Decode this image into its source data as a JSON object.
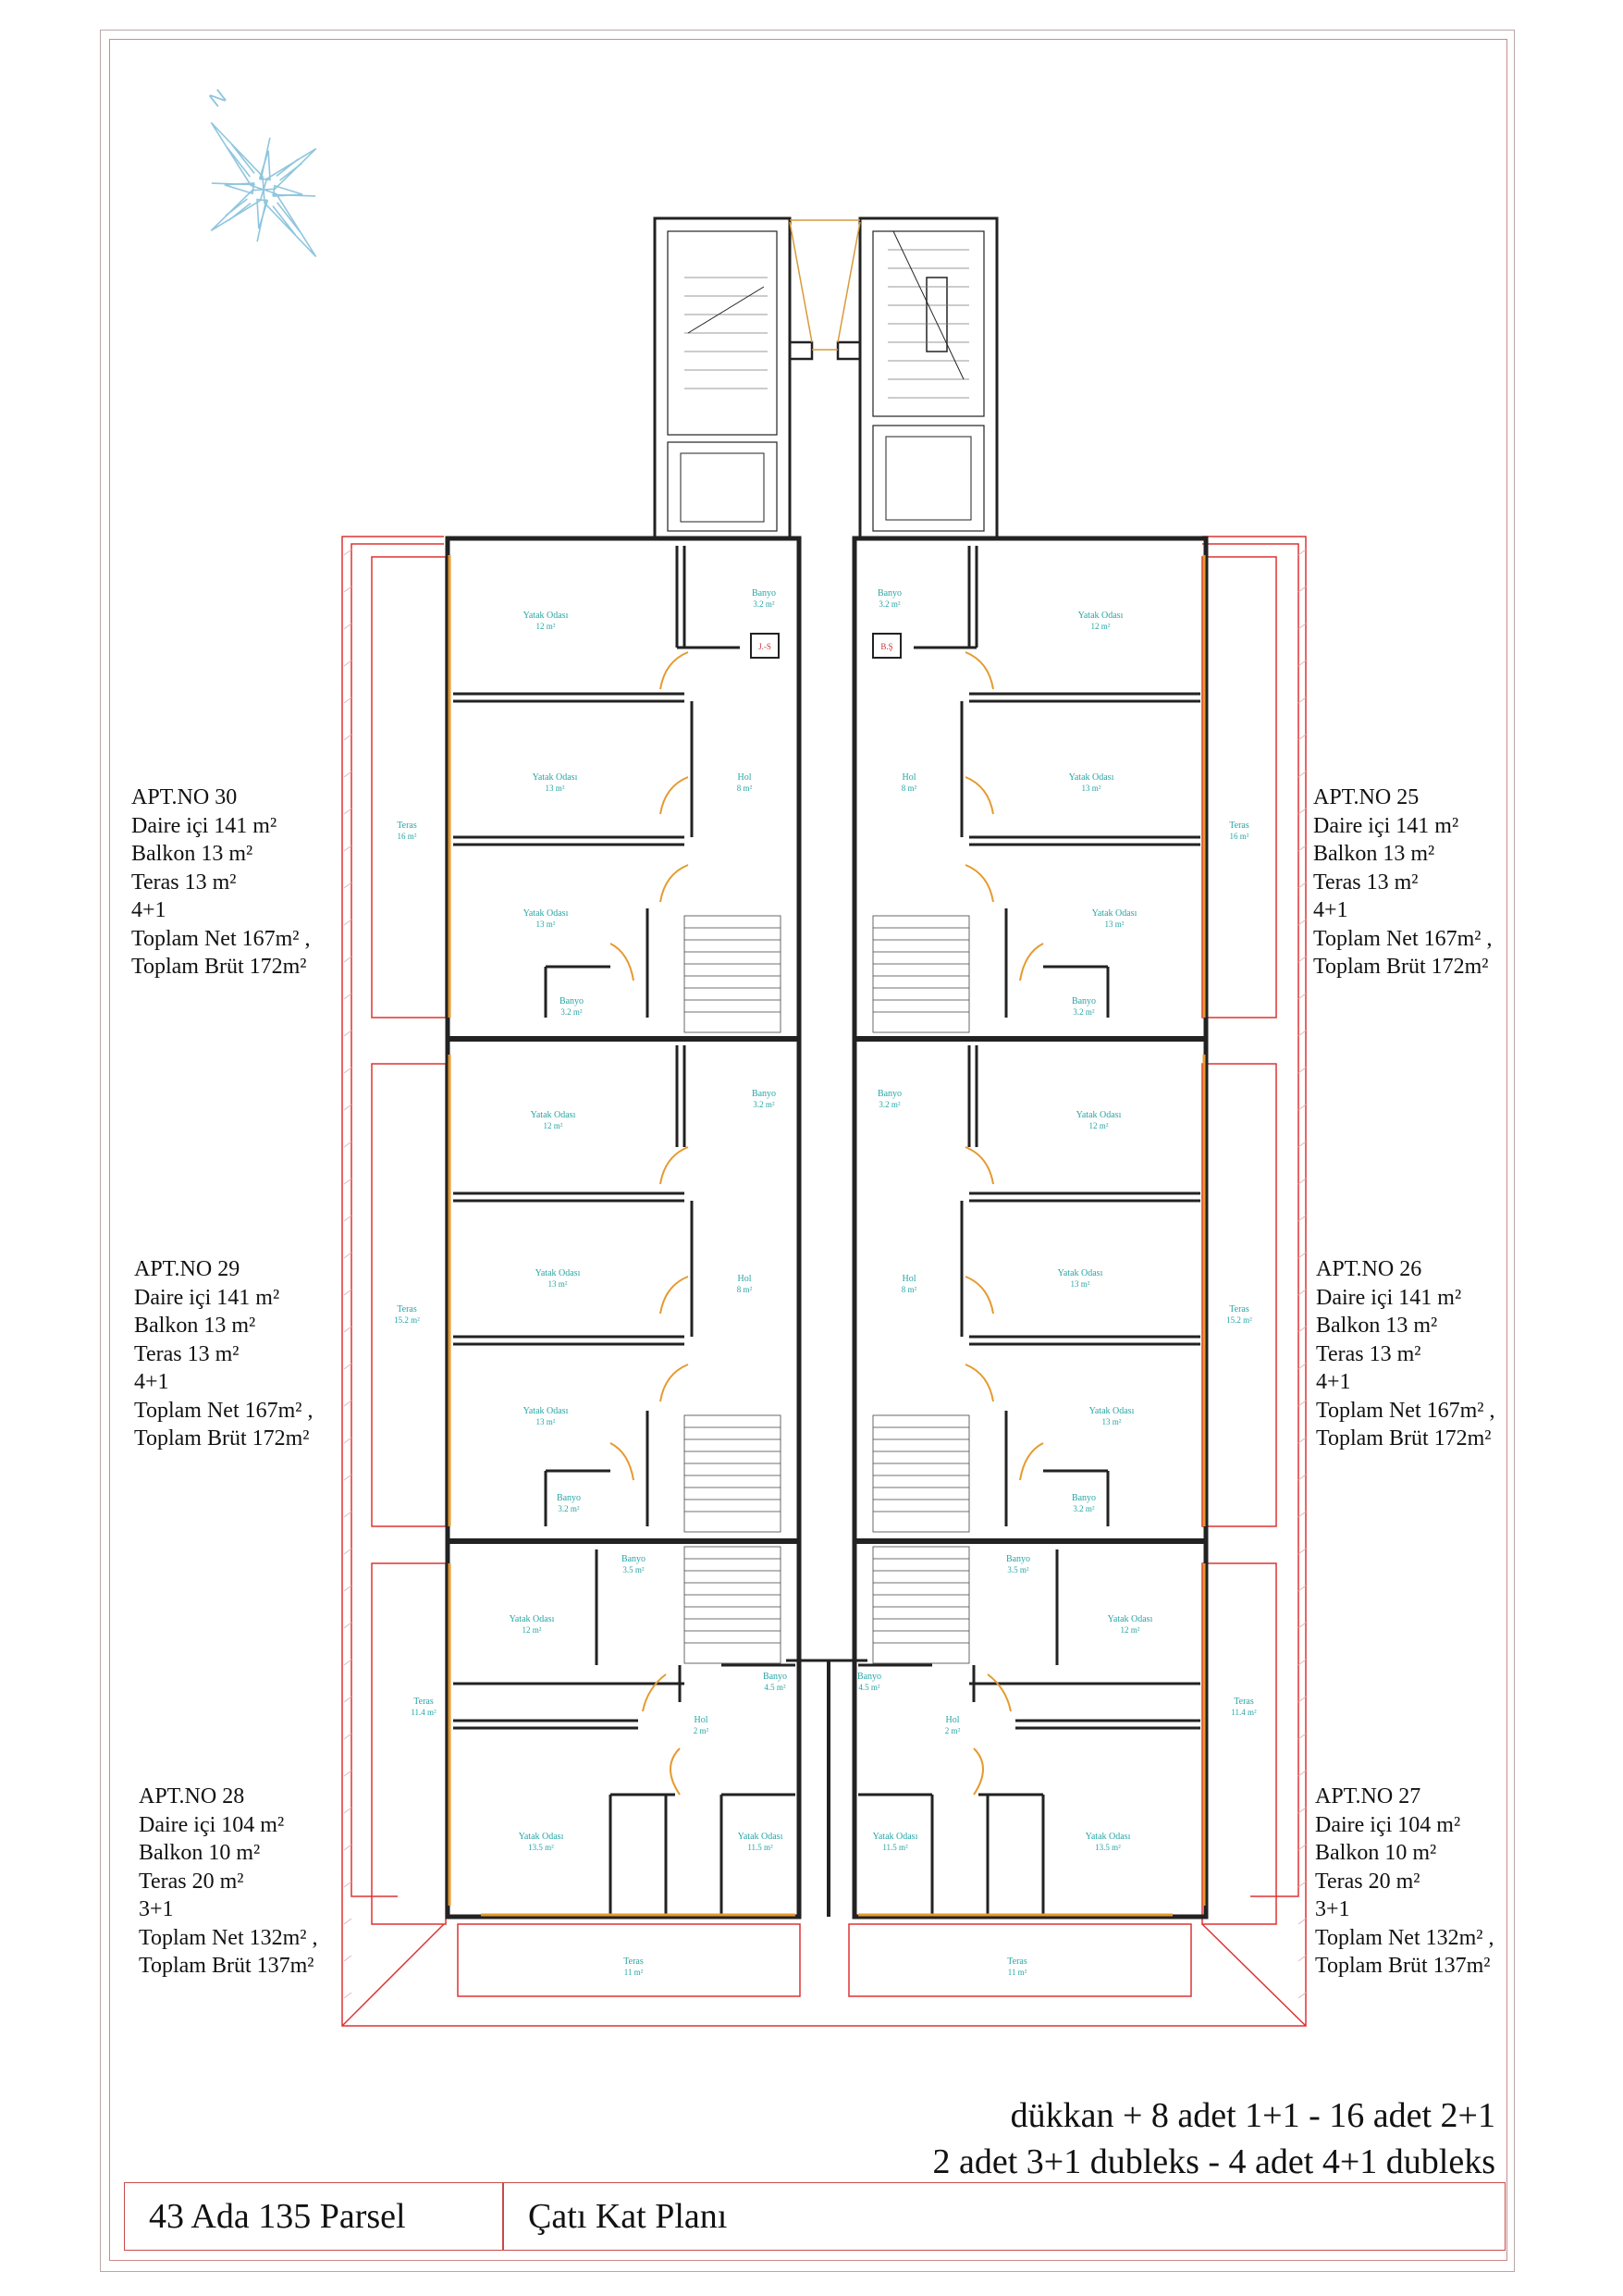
{
  "apartments": {
    "apt30": {
      "name": "APT.NO 30",
      "lines": [
        "Daire içi 141 m²",
        "Balkon 13 m²",
        "Teras 13 m²",
        "4+1",
        "Toplam Net 167m² ,",
        "Toplam Brüt 172m²"
      ]
    },
    "apt29": {
      "name": "APT.NO 29",
      "lines": [
        "Daire içi 141 m²",
        "Balkon 13 m²",
        "Teras 13 m²",
        "4+1",
        "Toplam Net 167m² ,",
        "Toplam Brüt 172m²"
      ]
    },
    "apt28": {
      "name": "APT.NO 28",
      "lines": [
        "Daire içi 104 m²",
        "Balkon 10 m²",
        "Teras 20 m²",
        "3+1",
        "Toplam Net 132m² ,",
        "Toplam Brüt 137m²"
      ]
    },
    "apt25": {
      "name": "APT.NO 25",
      "lines": [
        "Daire içi 141 m²",
        "Balkon 13 m²",
        "Teras 13 m²",
        "4+1",
        "Toplam Net 167m² ,",
        "Toplam Brüt 172m²"
      ]
    },
    "apt26": {
      "name": "APT.NO 26",
      "lines": [
        "Daire içi 141 m²",
        "Balkon 13 m²",
        "Teras 13 m²",
        "4+1",
        "Toplam Net 167m² ,",
        "Toplam Brüt 172m²"
      ]
    },
    "apt27": {
      "name": "APT.NO 27",
      "lines": [
        "Daire içi 104 m²",
        "Balkon 10 m²",
        "Teras 20 m²",
        "3+1",
        "Toplam Net 132m² ,",
        "Toplam Brüt 137m²"
      ]
    }
  },
  "summary": {
    "line1": "dükkan + 8 adet 1+1 - 16 adet 2+1",
    "line2": "2 adet 3+1 dubleks - 4 adet 4+1 dubleks"
  },
  "title_block": {
    "parcel": "43 Ada 135 Parsel",
    "sheet": "Çatı Kat Planı"
  },
  "compass": {
    "north_label": "N"
  },
  "room_labels": [
    {
      "name": "Yatak Odası",
      "area": "12 m²"
    },
    {
      "name": "Yatak Odası",
      "area": "13 m²"
    },
    {
      "name": "Yatak Odası",
      "area": "13 m²"
    },
    {
      "name": "Banyo",
      "area": "3.2 m²"
    },
    {
      "name": "Banyo",
      "area": "3.2 m²"
    },
    {
      "name": "Hol",
      "area": "8 m²"
    },
    {
      "name": "Teras",
      "area": "16 m²"
    },
    {
      "name": "Yatak Odası",
      "area": "12 m²"
    },
    {
      "name": "Yatak Odası",
      "area": "13 m²"
    },
    {
      "name": "Yatak Odası",
      "area": "13 m²"
    },
    {
      "name": "Banyo",
      "area": "3.2 m²"
    },
    {
      "name": "Banyo",
      "area": "3.2 m²"
    },
    {
      "name": "Hol",
      "area": "8 m²"
    },
    {
      "name": "Teras",
      "area": "15.2 m²"
    },
    {
      "name": "Yatak Odası",
      "area": "12 m²"
    },
    {
      "name": "Banyo",
      "area": "3.5 m²"
    },
    {
      "name": "Banyo",
      "area": "4.5 m²"
    },
    {
      "name": "Hol",
      "area": "2 m²"
    },
    {
      "name": "Teras",
      "area": "11.4 m²"
    },
    {
      "name": "Yatak Odası",
      "area": "13.5 m²"
    },
    {
      "name": "Yatak Odası",
      "area": "11.5 m²"
    },
    {
      "name": "Teras",
      "area": "11 m²"
    },
    {
      "name": "Yatak Odası",
      "area": "12 m²"
    },
    {
      "name": "Yatak Odası",
      "area": "13 m²"
    },
    {
      "name": "Yatak Odası",
      "area": "13 m²"
    },
    {
      "name": "Banyo",
      "area": "3.2 m²"
    },
    {
      "name": "Banyo",
      "area": "3.2 m²"
    },
    {
      "name": "Hol",
      "area": "8 m²"
    },
    {
      "name": "Teras",
      "area": "16 m²"
    },
    {
      "name": "Yatak Odası",
      "area": "12 m²"
    },
    {
      "name": "Yatak Odası",
      "area": "13 m²"
    },
    {
      "name": "Yatak Odası",
      "area": "13 m²"
    },
    {
      "name": "Banyo",
      "area": "3.2 m²"
    },
    {
      "name": "Banyo",
      "area": "3.2 m²"
    },
    {
      "name": "Hol",
      "area": "8 m²"
    },
    {
      "name": "Teras",
      "area": "15.2 m²"
    },
    {
      "name": "Yatak Odası",
      "area": "12 m²"
    },
    {
      "name": "Banyo",
      "area": "3.5 m²"
    },
    {
      "name": "Banyo",
      "area": "4.5 m²"
    },
    {
      "name": "Hol",
      "area": "2 m²"
    },
    {
      "name": "Teras",
      "area": "11.4 m²"
    },
    {
      "name": "Yatak Odası",
      "area": "13.5 m²"
    },
    {
      "name": "Yatak Odası",
      "area": "11.5 m²"
    },
    {
      "name": "Teras",
      "area": "11 m²"
    }
  ],
  "shaft_labels": [
    "J.-S",
    "B.Ş"
  ]
}
